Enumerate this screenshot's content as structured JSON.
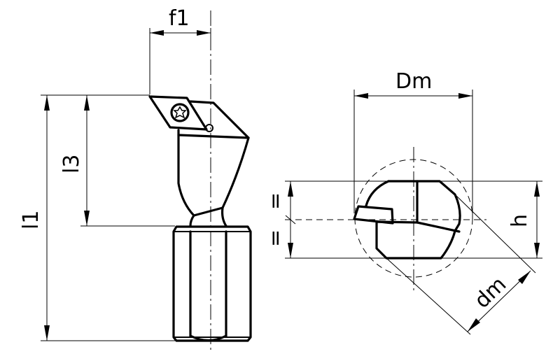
{
  "labels": {
    "f1": "f1",
    "l1": "l1",
    "l3": "l3",
    "Dm": "Dm",
    "h": "h",
    "dm": "dm",
    "equal_top": "=",
    "equal_bottom": "="
  }
}
